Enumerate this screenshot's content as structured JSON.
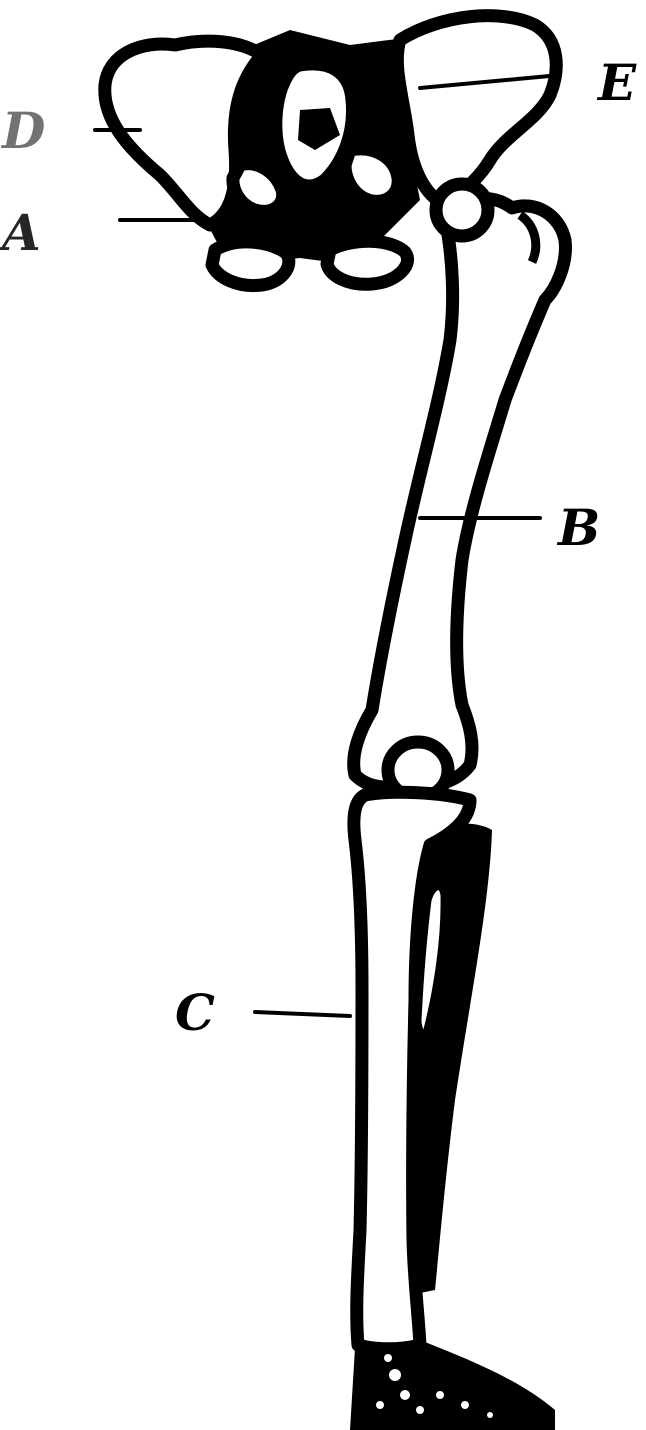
{
  "labels": {
    "a": "A",
    "b": "B",
    "c": "C",
    "d": "D",
    "e": "E"
  },
  "colors": {
    "ink": "#000000",
    "background": "#ffffff"
  }
}
